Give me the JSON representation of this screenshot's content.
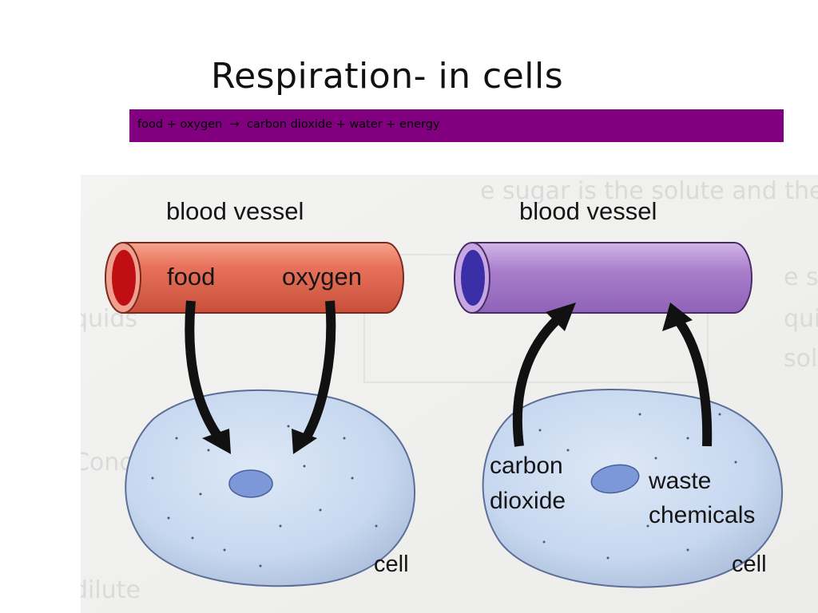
{
  "slide": {
    "title": "Respiration- in cells",
    "equation": "food + oxygen  →  carbon dioxide + water + energy"
  },
  "diagram": {
    "left_panel": {
      "vessel_label": "blood vessel",
      "food_label": "food",
      "oxygen_label": "oxygen",
      "cell_label": "cell"
    },
    "right_panel": {
      "vessel_label": "blood vessel",
      "co2_line1": "carbon",
      "co2_line2": "dioxide",
      "waste_line1": "waste",
      "waste_line2": "chemicals",
      "cell_label": "cell"
    }
  },
  "colors": {
    "equation_bar": "#800080",
    "artery": "#e0654a",
    "vein": "#a77ccb",
    "cell_fill": "#c4d6ef",
    "nucleus": "#7d98d8",
    "arrow": "#111111"
  }
}
